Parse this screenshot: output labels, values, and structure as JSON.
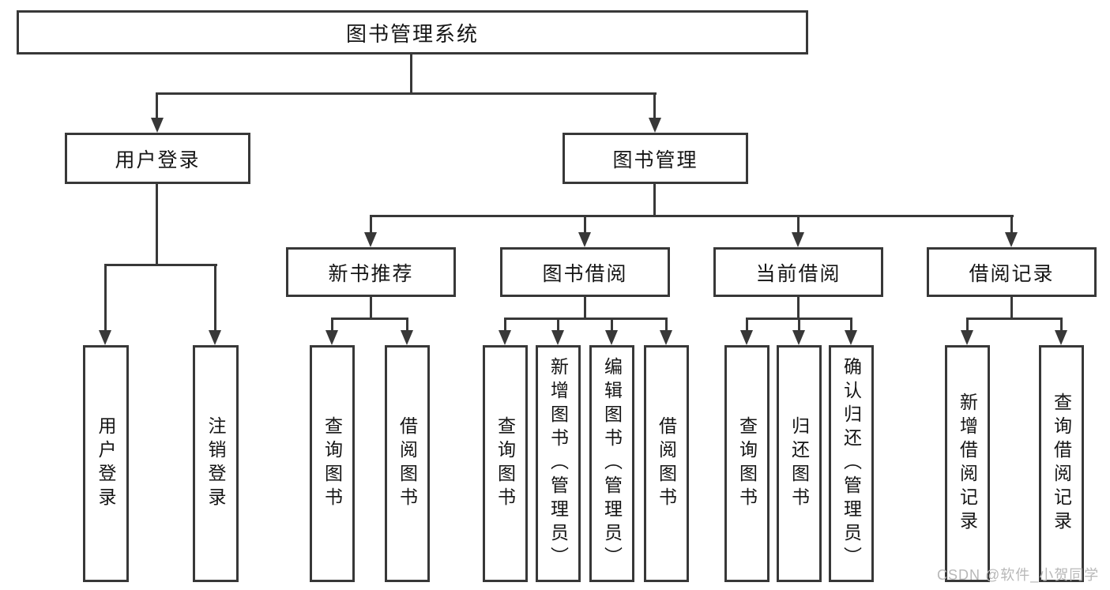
{
  "diagram": {
    "root": {
      "label": "图书管理系统"
    },
    "branches": [
      {
        "label": "用户登录",
        "children": [
          {
            "label": "用户登录"
          },
          {
            "label": "注销登录"
          }
        ]
      },
      {
        "label": "图书管理",
        "children": [
          {
            "label": "新书推荐",
            "children": [
              {
                "label": "查询图书"
              },
              {
                "label": "借阅图书"
              }
            ]
          },
          {
            "label": "图书借阅",
            "children": [
              {
                "label": "查询图书"
              },
              {
                "label": "新增图书（管理员）"
              },
              {
                "label": "编辑图书（管理员）"
              },
              {
                "label": "借阅图书"
              }
            ]
          },
          {
            "label": "当前借阅",
            "children": [
              {
                "label": "查询图书"
              },
              {
                "label": "归还图书"
              },
              {
                "label": "确认归还（管理员）"
              }
            ]
          },
          {
            "label": "借阅记录",
            "children": [
              {
                "label": "新增借阅记录"
              },
              {
                "label": "查询借阅记录"
              }
            ]
          }
        ]
      }
    ]
  },
  "watermark": {
    "text": "CSDN @软件_小贺同学"
  },
  "colors": {
    "line": "#383838",
    "box_border": "#383838",
    "text": "#151515",
    "watermark": "#b8b8b8",
    "background": "#ffffff"
  }
}
